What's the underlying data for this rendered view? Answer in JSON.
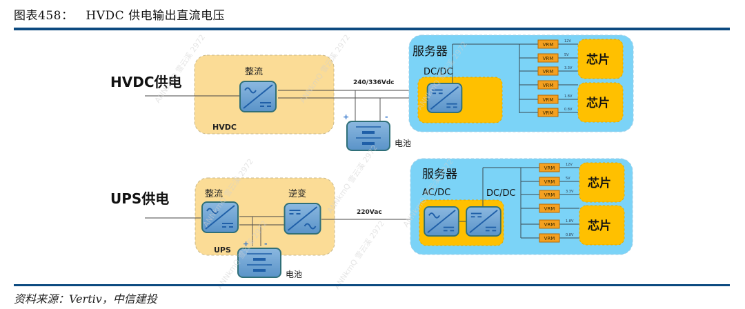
{
  "figure": {
    "number": "图表458：",
    "title": "HVDC 供电输出直流电压",
    "source": "资料来源：Vertiv，中信建投"
  },
  "watermark": "ANNkmQ 雪云溪 2972",
  "colors": {
    "rule": "#0c4a80",
    "supply_box": "#fbdc96",
    "server_box": "#7bd3f7",
    "chip": "#ffc000",
    "vrm": "#f4a020",
    "converter": "#6ea4d4",
    "wire": "#3a3a3a"
  },
  "hvdc": {
    "label": "HVDC供电",
    "stage_label": "整流",
    "box_label": "HVDC",
    "bus_voltage": "240/336Vdc",
    "battery_label": "电池",
    "battery_plus": "+",
    "battery_minus": "-",
    "server": {
      "title": "服务器",
      "converter_label": "DC/DC",
      "vrm_label": "VRM",
      "vrm_voltages": [
        "12V",
        "5V",
        "3.3V",
        "",
        "1.8V",
        "0.8V"
      ],
      "chip_labels": [
        "芯片",
        "芯片"
      ]
    }
  },
  "ups": {
    "label": "UPS供电",
    "rectifier_label": "整流",
    "inverter_label": "逆变",
    "box_label": "UPS",
    "bus_voltage": "220Vac",
    "battery_label": "电池",
    "battery_plus": "+",
    "battery_minus": "-",
    "server": {
      "title": "服务器",
      "acdc_label": "AC/DC",
      "dcdc_label": "DC/DC",
      "vrm_label": "VRM",
      "vrm_voltages": [
        "12V",
        "5V",
        "3.3V",
        "",
        "1.8V",
        "0.8V"
      ],
      "chip_labels": [
        "芯片",
        "芯片"
      ]
    }
  }
}
